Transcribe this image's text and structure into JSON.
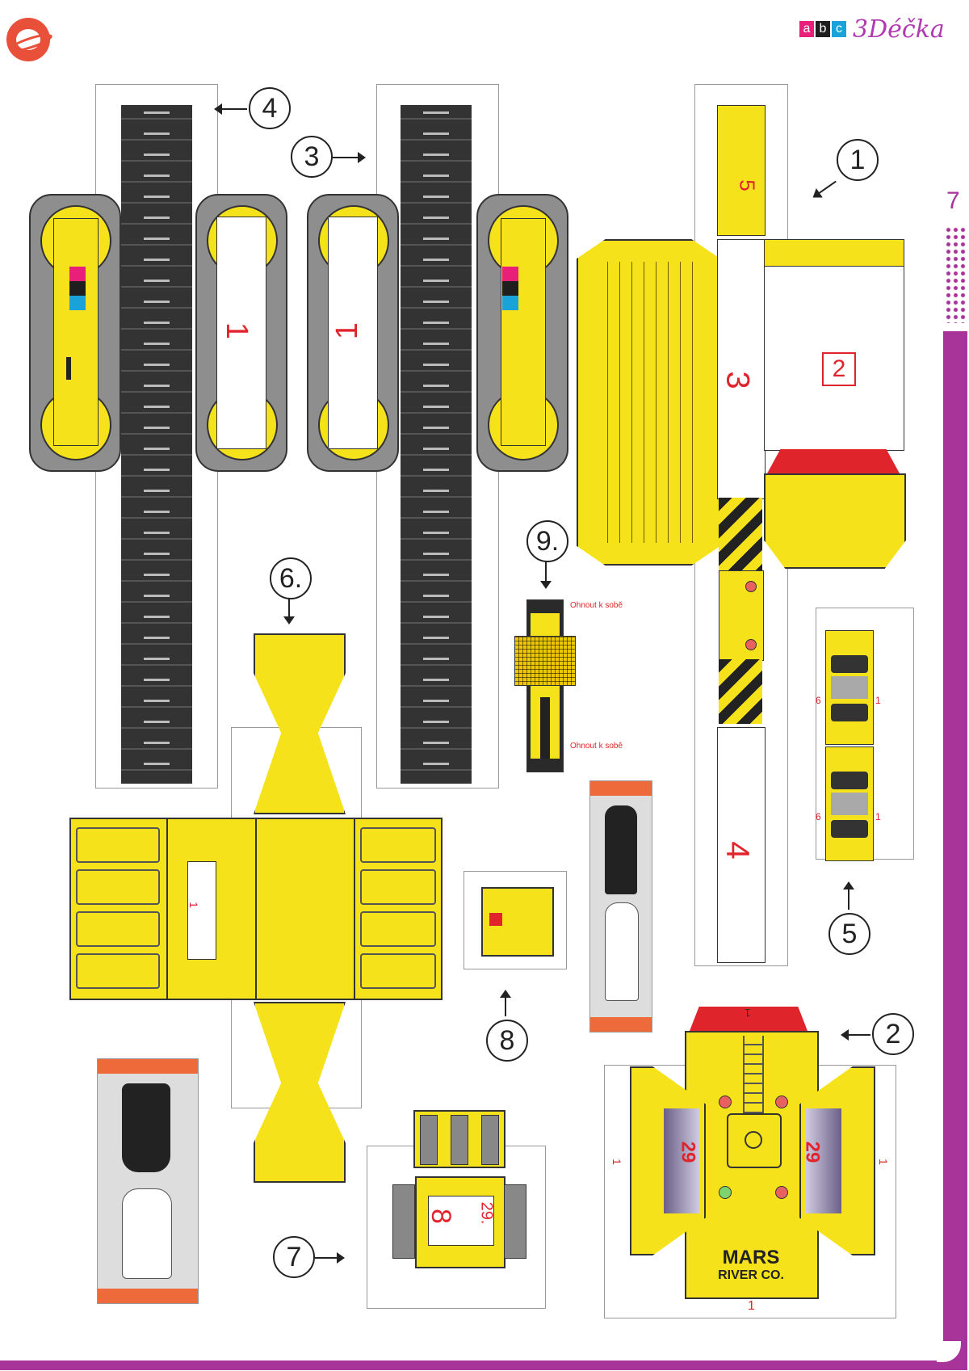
{
  "header": {
    "logo_left_icon": "planet-logo-icon",
    "brand_abc": [
      "a",
      "b",
      "c"
    ],
    "brand_text": "3Déčka",
    "brand_colors": {
      "a": "#e8207a",
      "b": "#1f1f1f",
      "c": "#19a3d8"
    },
    "page_number": "7"
  },
  "callouts": {
    "c1": "1",
    "c2": "2",
    "c3": "3",
    "c4": "4",
    "c5": "5",
    "c6": "6.",
    "c7": "7",
    "c8": "8",
    "c9": "9."
  },
  "part_labels": {
    "track_left_1": "1",
    "track_right_1": "1",
    "body_3": "3",
    "body_2": "2",
    "body_4": "4",
    "body_5": "5",
    "arm_1": "1",
    "pod_1": "1",
    "part5_top_left": "6",
    "part5_top_right": "1",
    "part5_bot_left": "6",
    "part5_bot_right": "1",
    "cab_top": "1",
    "cab_left": "1",
    "cab_right": "1",
    "cab_bottom": "1",
    "cab_num_left": "29",
    "cab_num_right": "29",
    "cart_8": "8",
    "cart_29": "29."
  },
  "instructions": {
    "fold_top": "Ohnout k sobě",
    "fold_bottom": "Ohnout k sobě"
  },
  "cab_sign": {
    "line1": "MARS",
    "line2": "RIVER CO."
  },
  "colors": {
    "yellow": "#f5e21b",
    "dark_grey": "#3a3a3a",
    "red": "#e0242b",
    "orange": "#ee6a3a",
    "magenta": "#a8349a"
  }
}
